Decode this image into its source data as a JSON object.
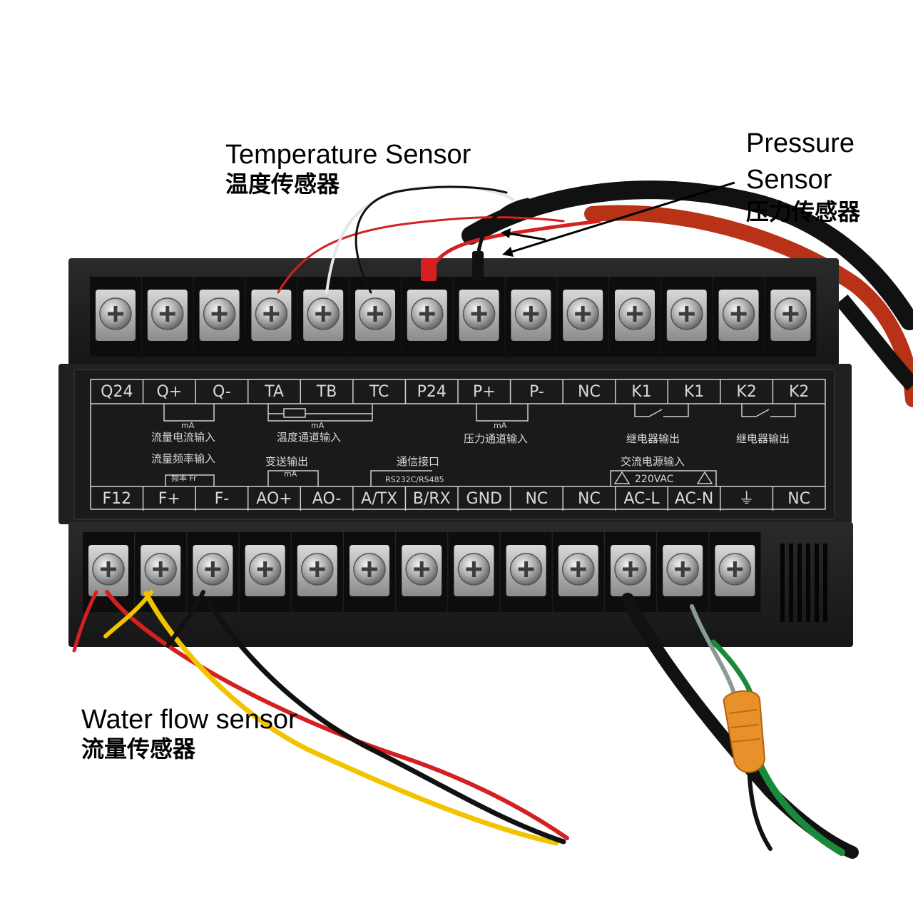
{
  "callouts": {
    "temperature": {
      "en": "Temperature Sensor",
      "zh": "温度传感器"
    },
    "pressure": {
      "en_line1": "Pressure",
      "en_line2": "Sensor",
      "zh": "压力传感器"
    },
    "water_flow": {
      "en": "Water flow sensor",
      "zh": "流量传感器"
    }
  },
  "panel": {
    "top_labels": [
      "Q24",
      "Q+",
      "Q-",
      "TA",
      "TB",
      "TC",
      "P24",
      "P+",
      "P-",
      "NC",
      "K1",
      "K1",
      "K2",
      "K2"
    ],
    "bottom_labels": [
      "F12",
      "F+",
      "F-",
      "AO+",
      "AO-",
      "A/TX",
      "B/RX",
      "GND",
      "NC",
      "NC",
      "AC-L",
      "AC-N",
      "⏚",
      "NC"
    ],
    "top_group_labels": {
      "flow_current_input": "流量电流输入",
      "temp_channel_input": "温度通道输入",
      "pressure_channel_input": "压力通道输入",
      "relay_output_1": "继电器输出",
      "relay_output_2": "继电器输出",
      "ma_1": "mA",
      "ma_2": "mA",
      "ma_3": "mA"
    },
    "bottom_group_labels": {
      "flow_freq_input": "流量频率输入",
      "freq_fr": "频率 Fr",
      "transmit_output": "变送输出",
      "ma_4": "mA",
      "comm_interface": "通信接口",
      "rs_protocols": "RS232C/RS485",
      "ac_power_input": "交流电源输入",
      "voltage": "220VAC"
    }
  },
  "colors": {
    "housing": "#1d1d1d",
    "panel_text": "#d8d8d8",
    "wire_red": "#d42020",
    "wire_yellow": "#f2c400",
    "wire_black": "#111111",
    "wire_green": "#1a8a3a",
    "connector_orange": "#e8902a",
    "pressure_cable": "#c0301a"
  }
}
